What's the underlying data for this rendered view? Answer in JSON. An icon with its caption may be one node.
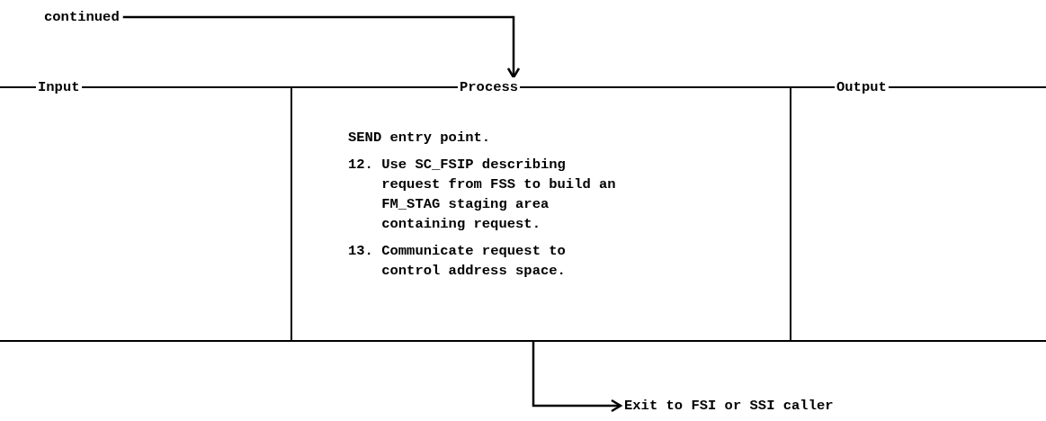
{
  "diagram": {
    "nodes": [
      {
        "text": [
          "continued"
        ]
      },
      {
        "text": [
          "Input"
        ]
      },
      {
        "text": [
          "Process",
          "SEND entry point.",
          "12. Use SC_FSIP describing request from FSS to build an FM_STAG staging area containing request.",
          "13. Communicate request to control address space."
        ]
      },
      {
        "text": [
          "Output"
        ]
      },
      {
        "text": [
          "Exit to FSI or SSI caller"
        ]
      }
    ],
    "edges": [
      {
        "from": 0,
        "to": 2,
        "arrow": "to"
      },
      {
        "from": 2,
        "to": 4,
        "arrow": "to"
      }
    ]
  }
}
